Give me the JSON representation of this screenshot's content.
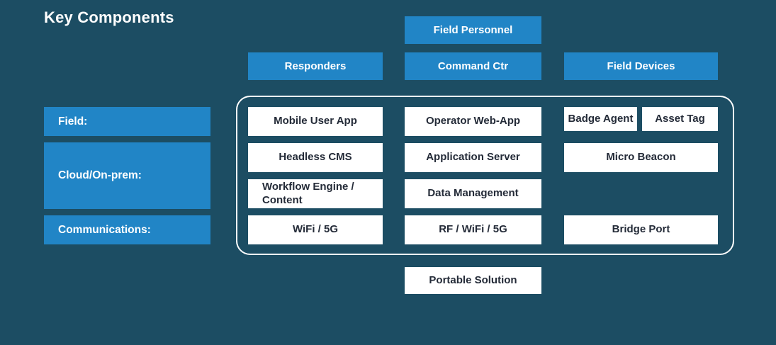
{
  "slide": {
    "title": "Key Components",
    "top_banner": "Field Personnel",
    "columns": [
      {
        "label": "Responders"
      },
      {
        "label": "Command Ctr"
      },
      {
        "label": "Field Devices"
      }
    ],
    "rows": [
      {
        "label": "Field:"
      },
      {
        "label": "Cloud/On-prem:"
      },
      {
        "label": "Communications:"
      }
    ],
    "cells": {
      "responders_field": "Mobile User App",
      "responders_cloud1": "Headless CMS",
      "responders_cloud2": "Workflow Engine / Content",
      "responders_comms": "WiFi / 5G",
      "command_field": "Operator Web-App",
      "command_cloud1": "Application Server",
      "command_cloud2": "Data Management",
      "command_comms": "RF / WiFi / 5G",
      "devices_field_1": "Badge Agent",
      "devices_field_2": "Asset Tag",
      "devices_cloud1": "Micro Beacon",
      "devices_comms": "Bridge Port"
    },
    "bottom_banner": "Portable Solution",
    "colors": {
      "background": "#1C4D63",
      "accent_blue": "#2185C6",
      "card_background": "#FFFFFF",
      "card_text": "#242B38",
      "header_text": "#FFFFFF",
      "outline": "#FFFFFF"
    }
  }
}
